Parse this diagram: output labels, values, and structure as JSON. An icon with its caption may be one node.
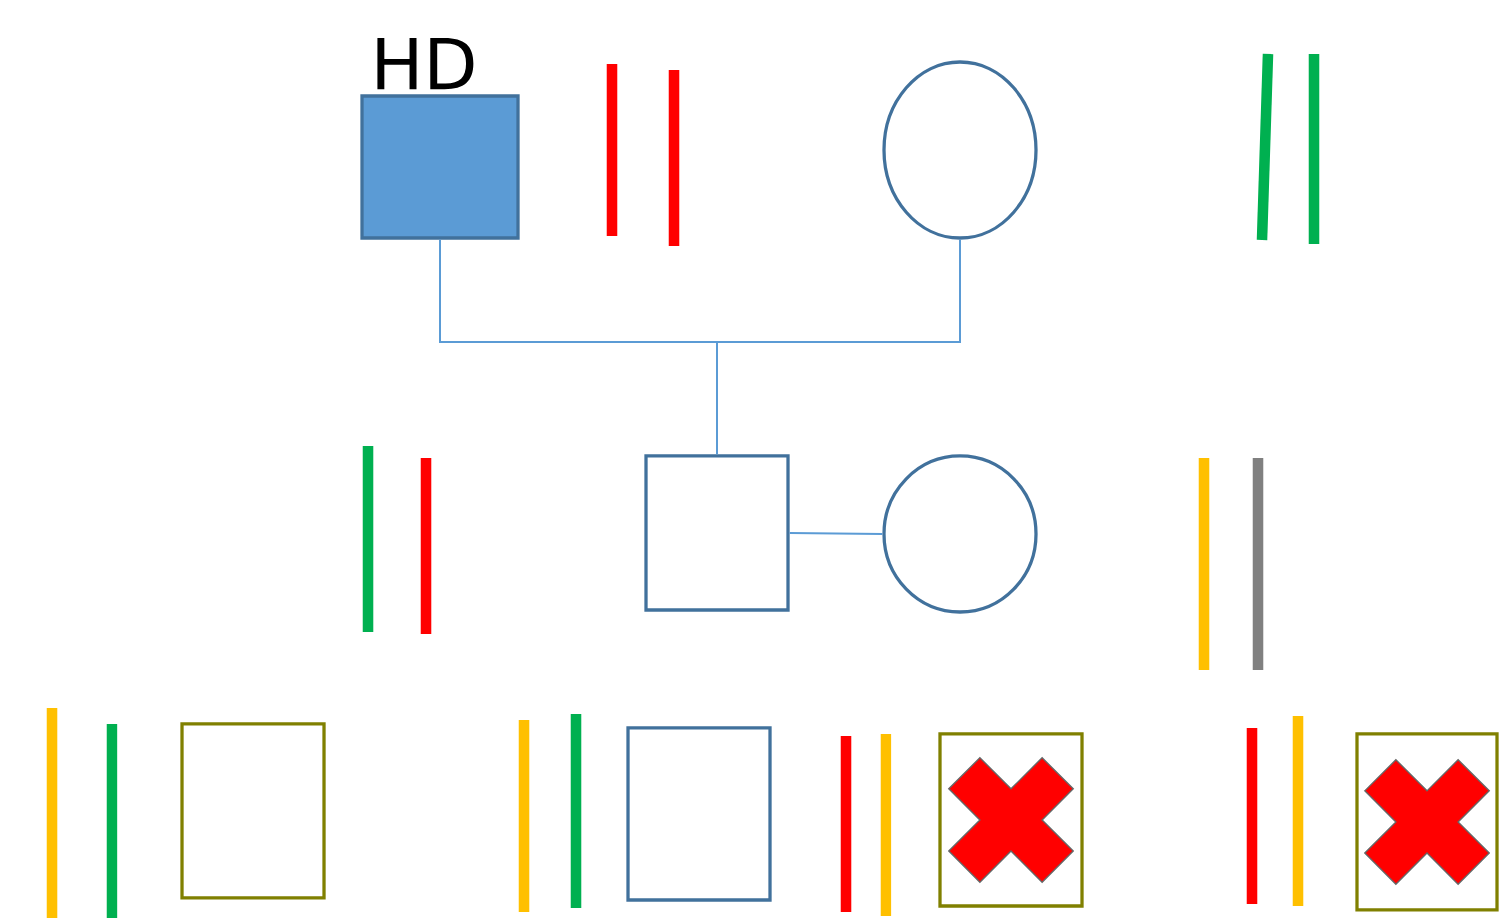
{
  "diagram": {
    "nodes": [
      {
        "text": [
          "HD"
        ]
      },
      {
        "text": [],
        "shape": "circle"
      },
      {
        "text": [],
        "shape": "box"
      },
      {
        "text": [],
        "shape": "circle"
      },
      {
        "text": [],
        "shape": "box"
      },
      {
        "text": [],
        "shape": "box"
      },
      {
        "text": [],
        "shape": "box"
      },
      {
        "text": [],
        "shape": "box"
      }
    ],
    "edges": [
      {
        "from": 0,
        "to": 1,
        "arrow": "none"
      },
      {
        "from": 0,
        "to": 2,
        "arrow": "none"
      },
      {
        "from": 1,
        "to": 2,
        "arrow": "none"
      },
      {
        "from": 2,
        "to": 3,
        "arrow": "none"
      }
    ]
  }
}
